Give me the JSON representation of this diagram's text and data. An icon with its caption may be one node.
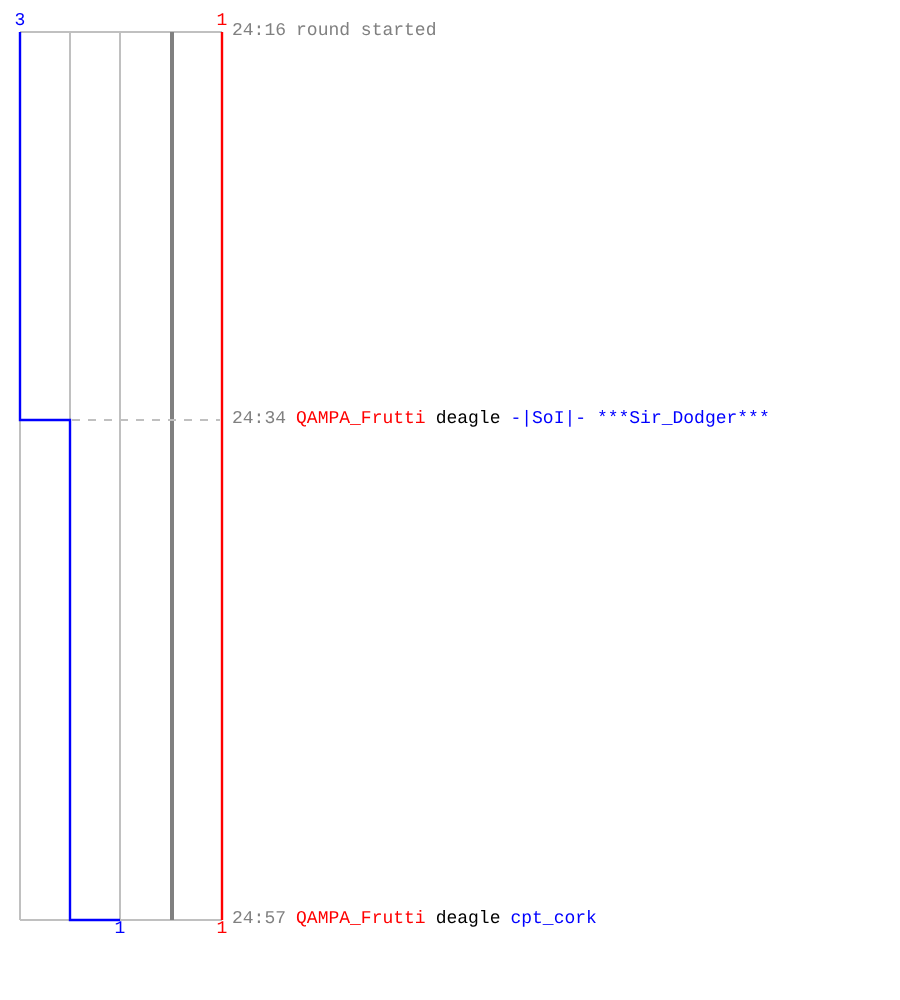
{
  "diagram": {
    "labels": [
      "3",
      "1",
      "24:16",
      "round started",
      "24:34",
      "QAMPA_Frutti",
      "deagle",
      "-|SoI|- ***Sir_Dodger***",
      "1",
      "1",
      "24:57",
      "QAMPA_Frutti",
      "deagle",
      "cpt_cork"
    ]
  }
}
